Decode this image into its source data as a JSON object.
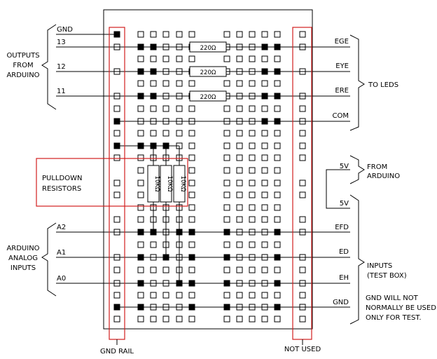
{
  "pins": {
    "gnd": "GND",
    "p13": "13",
    "p12": "12",
    "p11": "11",
    "a2": "A2",
    "a1": "A1",
    "a0": "A0"
  },
  "groups": {
    "outputs": [
      "OUTPUTS",
      "FROM",
      "ARDUINO"
    ],
    "analog": [
      "ARDUINO",
      "ANALOG",
      "INPUTS"
    ],
    "to_leds": "TO LEDS",
    "from_arduino": [
      "FROM",
      "ARDUINO"
    ],
    "inputs": [
      "INPUTS",
      "(TEST BOX)"
    ],
    "gnd_note": [
      "GND WILL NOT",
      "NORMALLY BE USED.",
      "ONLY FOR TEST."
    ]
  },
  "right_labels": {
    "ege": "EGE",
    "eye": "EYE",
    "ere": "ERE",
    "com": "COM",
    "v5_top": "5V",
    "v5_bottom": "5V",
    "efd": "EFD",
    "ed": "ED",
    "eh": "EH",
    "gnd": "GND"
  },
  "resistors": {
    "r1": "220Ω",
    "r2": "220Ω",
    "r3": "220Ω",
    "pd1": "10KΩ",
    "pd2": "10KΩ",
    "pd3": "10KΩ"
  },
  "annotations": {
    "pulldown": [
      "PULLDOWN",
      "RESISTORS"
    ],
    "gnd_rail": "GND RAIL",
    "not_used": "NOT USED"
  }
}
